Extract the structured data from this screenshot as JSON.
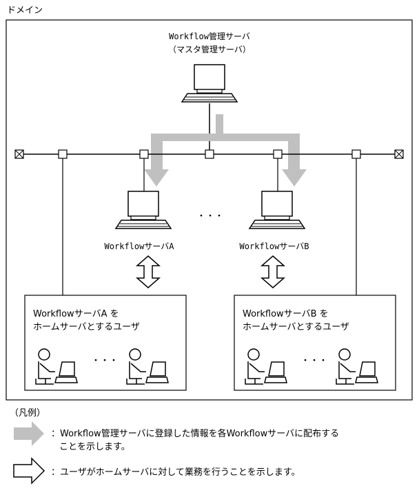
{
  "domain_label": "ドメイン",
  "master": {
    "line1": "Workflow管理サーバ",
    "line2": "（マスタ管理サーバ）"
  },
  "servers": [
    {
      "label": "WorkflowサーバA"
    },
    {
      "label": "WorkflowサーバB"
    }
  ],
  "server_ellipsis": "・・・",
  "user_groups": [
    {
      "line1": "WorkflowサーバA を",
      "line2": "ホームサーバとするユーザ",
      "ellipsis": "・・・"
    },
    {
      "line1": "WorkflowサーバB を",
      "line2": "ホームサーバとするユーザ",
      "ellipsis": "・・・"
    }
  ],
  "legend": {
    "title": "（凡例）",
    "distribute_line1": "：Workflow管理サーバに登録した情報を各Workflowサーバに配布する",
    "distribute_line2": "ことを示します。",
    "business": "：ユーザがホームサーバに対して業務を行うことを示します。"
  },
  "colors": {
    "distribution_arrow": "#c0c0c0",
    "stroke": "#000000"
  }
}
